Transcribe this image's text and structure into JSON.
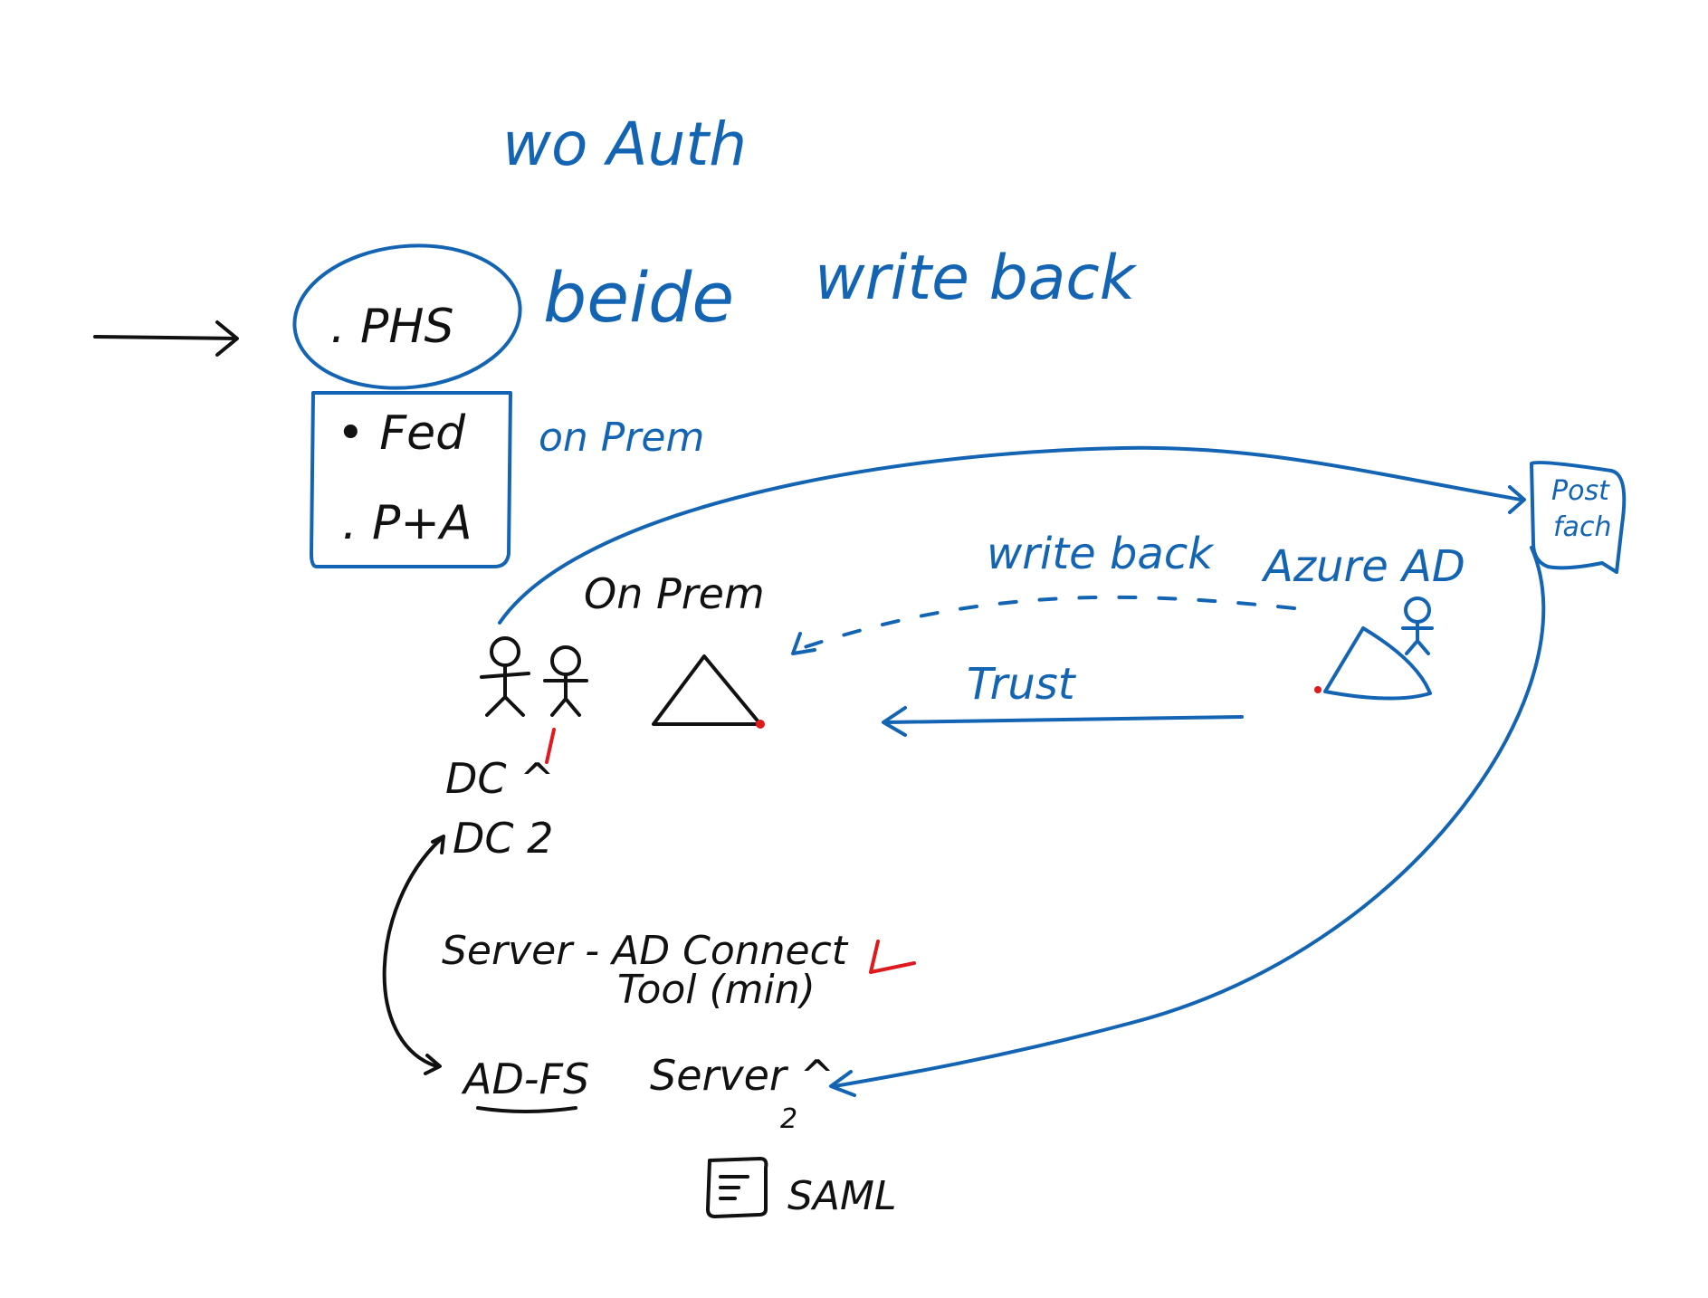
{
  "colors": {
    "ink_blue": "#1464b4",
    "ink_black": "#111111",
    "ink_red": "#e0191e",
    "background": "#ffffff"
  },
  "heading": "wo Auth",
  "auth_methods": {
    "phs": ". PHS",
    "fed": "• Fed",
    "pta": ". P+A"
  },
  "notes": {
    "beide": "beide",
    "writeback_top": "write back",
    "on_prem_box": "on Prem"
  },
  "on_prem": {
    "label": "On Prem",
    "dc1": "DC ^",
    "dc2": "DC 2",
    "server_line1": "Server - AD Connect",
    "server_line2": "Tool (min)",
    "adfs": "AD-FS",
    "server_adfs": "Server ^",
    "server_adfs_sub": "2",
    "saml": "SAML"
  },
  "azure": {
    "writeback": "write back",
    "label": "Azure AD",
    "trust": "Trust",
    "postfach_line1": "Post",
    "postfach_line2": "fach"
  },
  "icons": {
    "arrow": "arrow-right-icon",
    "user": "stick-figure-icon",
    "forest": "triangle-forest-icon",
    "document": "document-icon"
  }
}
